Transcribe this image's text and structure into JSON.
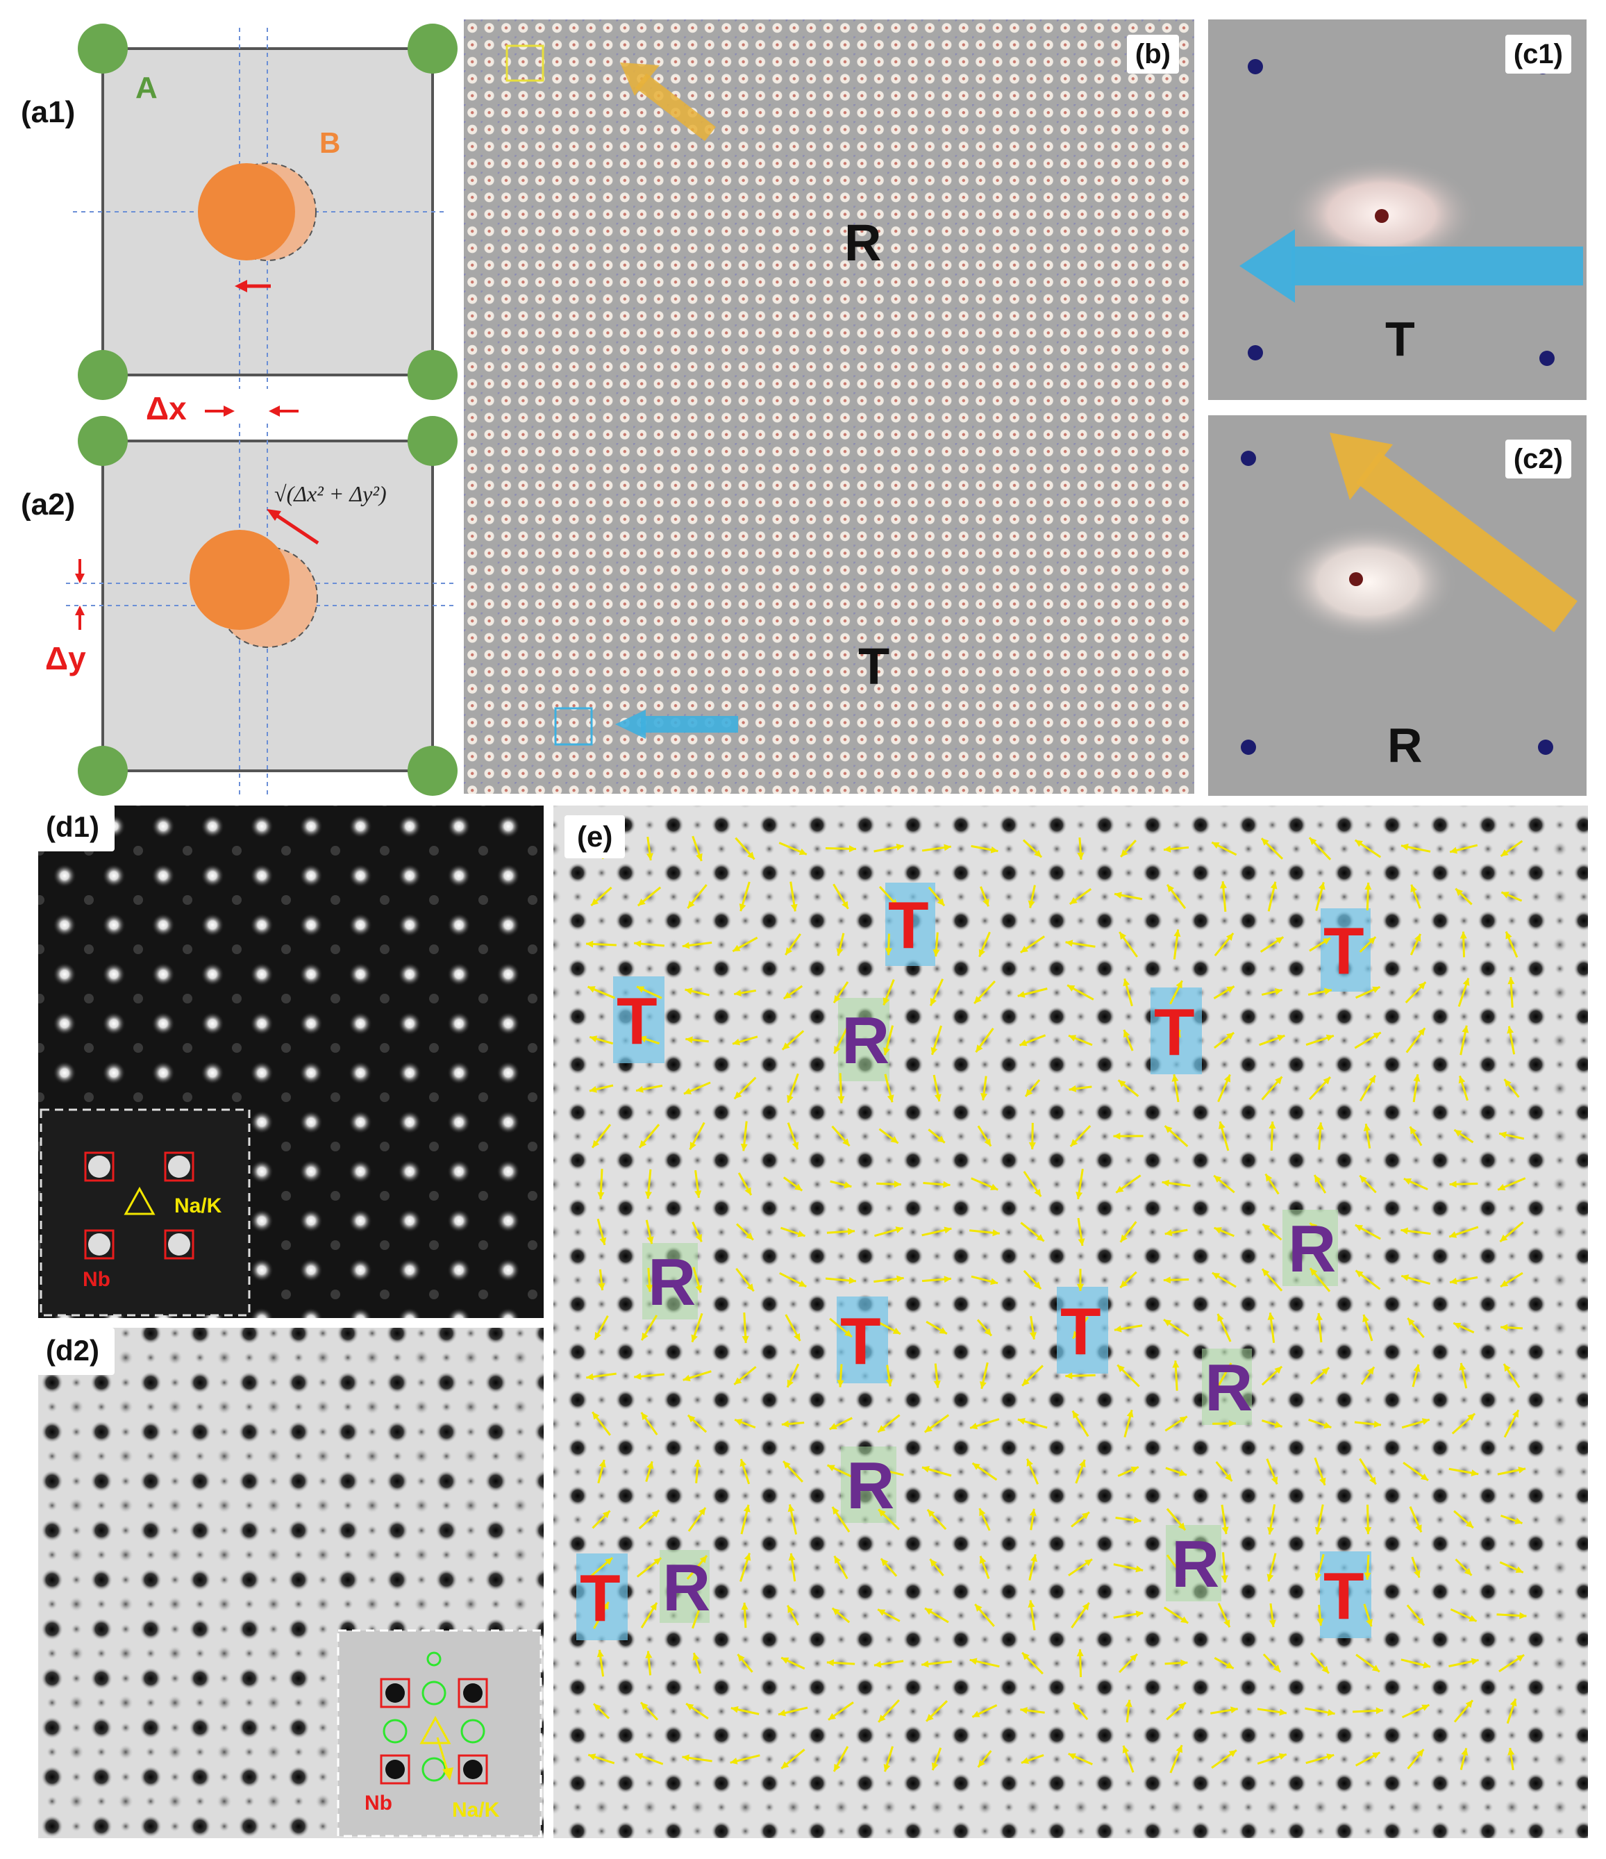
{
  "panel_a": {
    "label_a1": "(a1)",
    "label_a2": "(a2)",
    "site_a": "A",
    "site_b": "B",
    "dx": "Δx",
    "dy": "Δy",
    "formula": "√(Δx² + Δy²)"
  },
  "panel_b": {
    "label": "(b)",
    "region_r": "R",
    "region_t": "T"
  },
  "panel_c1": {
    "label": "(c1)",
    "phase": "T"
  },
  "panel_c2": {
    "label": "(c2)",
    "phase": "R"
  },
  "panel_d1": {
    "label": "(d1)",
    "inset_cation": "Na/K",
    "inset_b": "Nb"
  },
  "panel_d2": {
    "label": "(d2)",
    "inset_cation": "Na/K",
    "inset_b": "Nb"
  },
  "panel_e": {
    "label": "(e)",
    "domains": [
      {
        "phase": "T"
      },
      {
        "phase": "R"
      },
      {
        "phase": "T"
      },
      {
        "phase": "T"
      },
      {
        "phase": "T"
      },
      {
        "phase": "R"
      },
      {
        "phase": "R"
      },
      {
        "phase": "T"
      },
      {
        "phase": "T"
      },
      {
        "phase": "R"
      },
      {
        "phase": "R"
      },
      {
        "phase": "R"
      },
      {
        "phase": "R"
      },
      {
        "phase": "T"
      },
      {
        "phase": "T"
      }
    ]
  },
  "colors": {
    "t_domain": "#6fc3e8",
    "r_domain": "#a9d9a0",
    "t_label": "#e81c1c",
    "r_label": "#6a2d8f",
    "arrow_yellow": "#f2e600",
    "arrow_orange": "#e8b23a",
    "arrow_blue": "#3fb0df",
    "atom_a": "#6aa84f",
    "atom_b": "#f0883a"
  }
}
